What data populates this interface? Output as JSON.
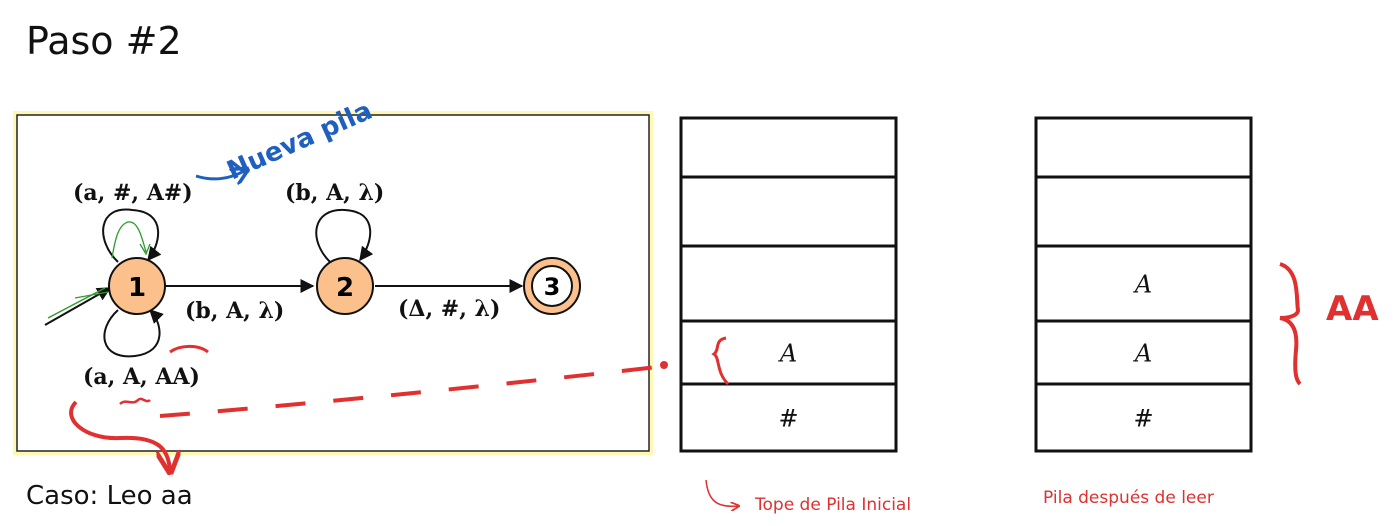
{
  "title": "Paso #2",
  "caption": "Caso: Leo aa",
  "automaton": {
    "states": [
      {
        "id": "1",
        "label": "1",
        "initial": true,
        "final": false
      },
      {
        "id": "2",
        "label": "2",
        "initial": false,
        "final": false
      },
      {
        "id": "3",
        "label": "3",
        "initial": false,
        "final": true
      }
    ],
    "transitions": [
      {
        "from": "1",
        "to": "1",
        "label": "(a, #, A#)"
      },
      {
        "from": "1",
        "to": "1",
        "label": "(a, A, AA)"
      },
      {
        "from": "1",
        "to": "2",
        "label": "(b, A, λ)"
      },
      {
        "from": "2",
        "to": "2",
        "label": "(b, A, λ)"
      },
      {
        "from": "2",
        "to": "3",
        "label": "(Δ, #, λ)"
      }
    ],
    "state_color": "#fbc08c",
    "frame_color": "#fff35c"
  },
  "annotations": {
    "nueva_pila": "Nueva pila",
    "nueva_pila_color": "#1f5fbf",
    "aa_label": "AA",
    "red_color": "#e03030",
    "green_color": "#2e9a2e"
  },
  "stacks": {
    "initial": {
      "caption": "Tope de Pila Inicial",
      "cells": [
        "",
        "",
        "",
        "A",
        "#"
      ]
    },
    "after": {
      "caption": "Pila después de leer",
      "cells": [
        "",
        "",
        "A",
        "A",
        "#"
      ]
    }
  }
}
